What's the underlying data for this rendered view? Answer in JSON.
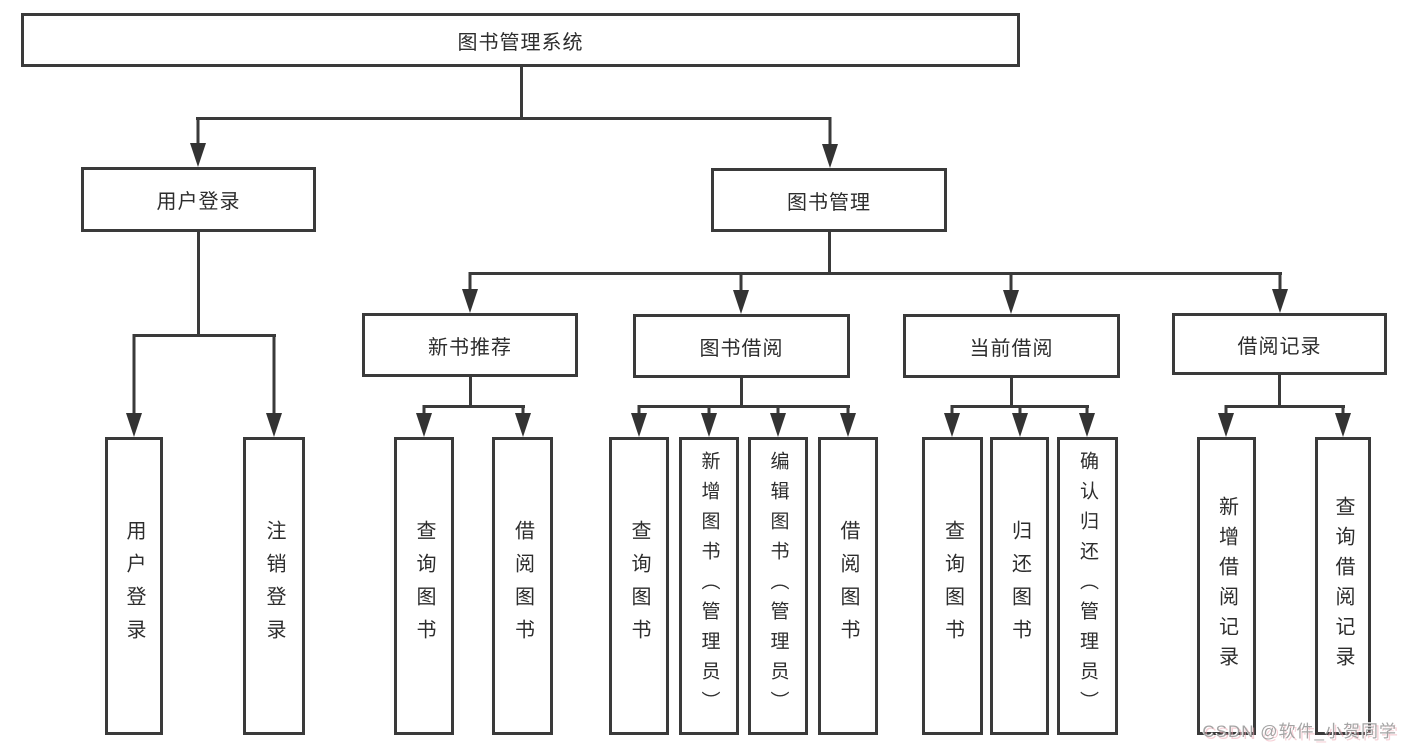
{
  "diagram": {
    "root": {
      "label": "图书管理系统"
    },
    "level2": [
      {
        "label": "用户登录"
      },
      {
        "label": "图书管理"
      }
    ],
    "level3": [
      {
        "label": "新书推荐"
      },
      {
        "label": "图书借阅"
      },
      {
        "label": "当前借阅"
      },
      {
        "label": "借阅记录"
      }
    ],
    "leaves": {
      "user_login": [
        "用户登录",
        "注销登录"
      ],
      "new_book": [
        "查询图书",
        "借阅图书"
      ],
      "book_borrow": [
        "查询图书",
        "新增图书（管理员）",
        "编辑图书（管理员）",
        "借阅图书"
      ],
      "current_borrow": [
        "查询图书",
        "归还图书",
        "确认归还（管理员）"
      ],
      "borrow_record": [
        "新增借阅记录",
        "查询借阅记录"
      ]
    }
  },
  "watermark": {
    "text": "CSDN @软件_小贺同学"
  },
  "colors": {
    "line": "#3a3a3a",
    "text": "#2d2d2d",
    "background": "#ffffff"
  }
}
